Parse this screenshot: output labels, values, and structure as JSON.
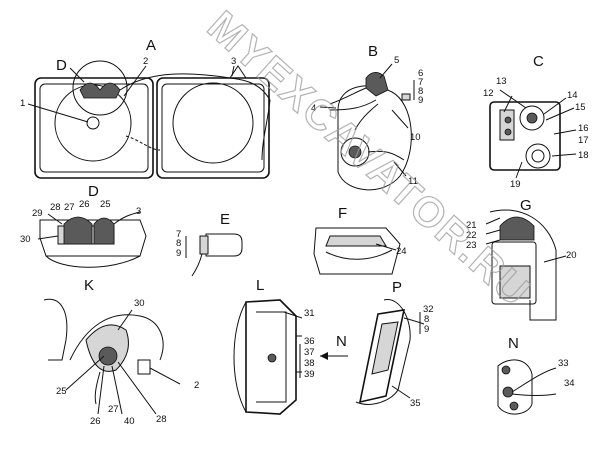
{
  "watermark": "MYEXCAVATOR.RU",
  "sections": {
    "A": "A",
    "B": "B",
    "C": "C",
    "D_top": "D",
    "D_detail": "D",
    "E": "E",
    "F": "F",
    "G": "G",
    "K": "K",
    "L": "L",
    "P": "P",
    "N_arrow": "N",
    "N_detail": "N"
  },
  "callouts": {
    "A": [
      "1",
      "2",
      "3"
    ],
    "B": [
      "4",
      "5",
      "6",
      "7",
      "8",
      "9",
      "10",
      "11"
    ],
    "C": [
      "12",
      "13",
      "14",
      "15",
      "16",
      "17",
      "18",
      "19"
    ],
    "D": [
      "3",
      "25",
      "26",
      "27",
      "28",
      "29",
      "30"
    ],
    "E": [
      "7",
      "8",
      "9"
    ],
    "F": [
      "24"
    ],
    "G": [
      "20",
      "21",
      "22",
      "23"
    ],
    "K": [
      "2",
      "25",
      "26",
      "27",
      "28",
      "30",
      "40"
    ],
    "L": [
      "31",
      "36",
      "37",
      "38",
      "39"
    ],
    "P": [
      "32",
      "8",
      "9",
      "35"
    ],
    "N": [
      "33",
      "34"
    ]
  }
}
